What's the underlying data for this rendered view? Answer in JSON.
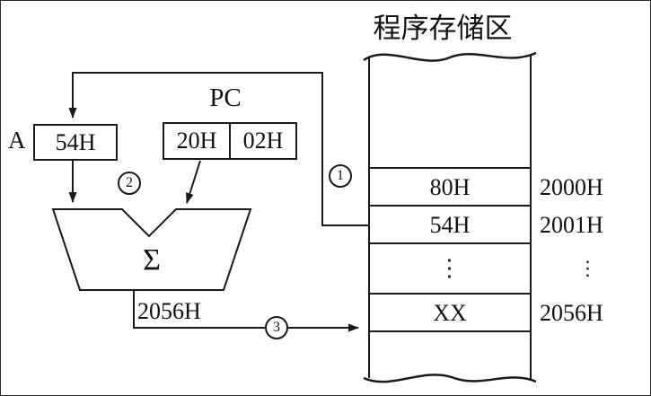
{
  "title": "程序存储区",
  "registers": {
    "a_label": "A",
    "a_value": "54H",
    "pc_label": "PC",
    "pc_high": "20H",
    "pc_low": "02H"
  },
  "adder": {
    "sigma": "Σ",
    "result": "2056H"
  },
  "steps": {
    "step1": "1",
    "step2": "2",
    "step3": "3"
  },
  "memory": {
    "rows": [
      {
        "value": "80H",
        "address": "2000H"
      },
      {
        "value": "54H",
        "address": "2001H"
      },
      {
        "value": "⋮",
        "address": "⋮"
      },
      {
        "value": "XX",
        "address": "2056H"
      }
    ]
  }
}
